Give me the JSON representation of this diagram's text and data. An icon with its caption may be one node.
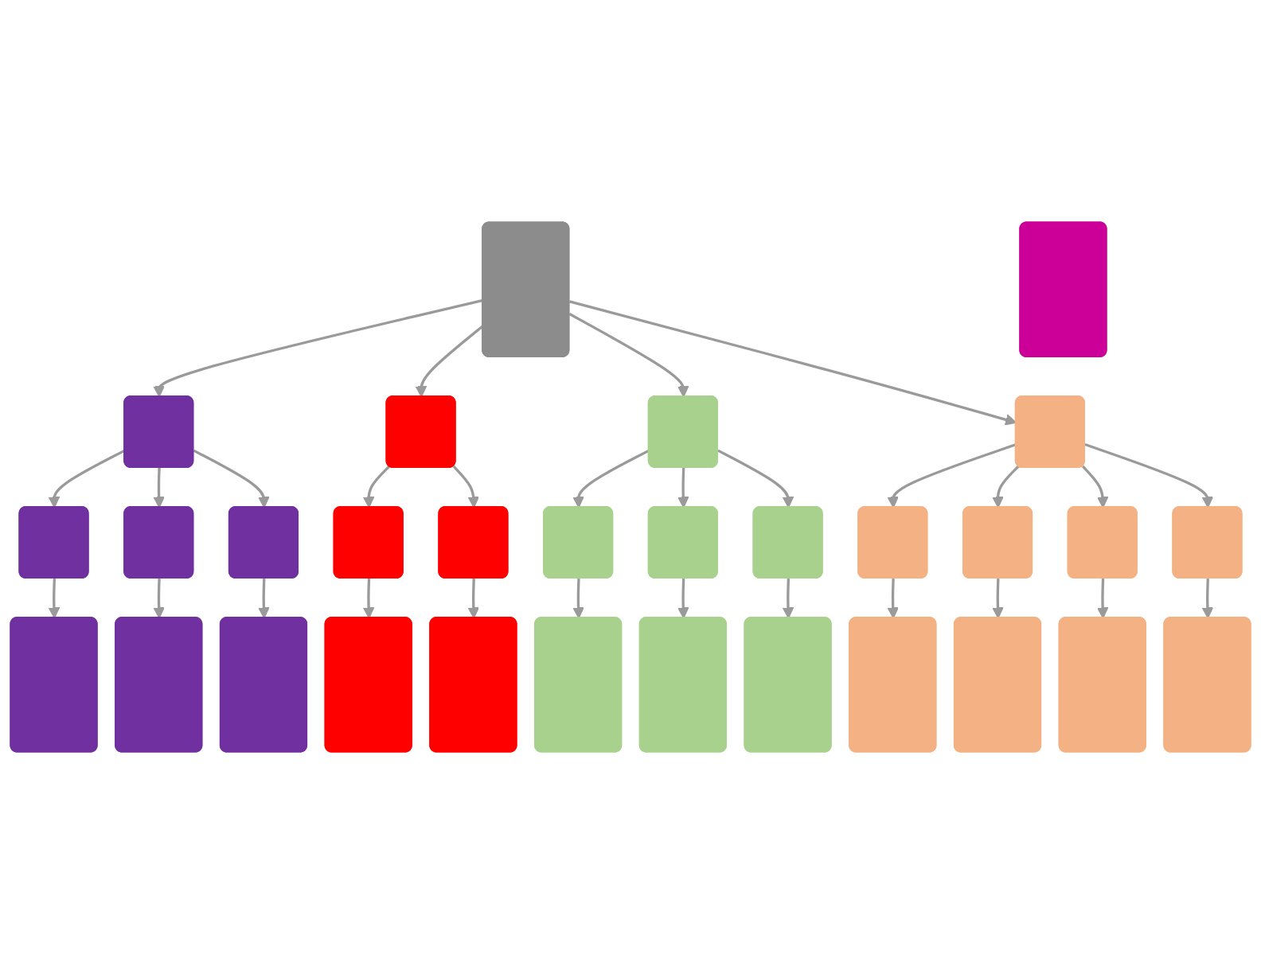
{
  "diagram": {
    "nodes": [
      {
        "text": [],
        "shape": "box"
      },
      {
        "text": [],
        "shape": "box"
      },
      {
        "text": [],
        "shape": "box"
      },
      {
        "text": [],
        "shape": "box"
      },
      {
        "text": [],
        "shape": "box"
      },
      {
        "text": [],
        "shape": "box"
      },
      {
        "text": [],
        "shape": "box"
      },
      {
        "text": [],
        "shape": "box"
      },
      {
        "text": [],
        "shape": "box"
      },
      {
        "text": [],
        "shape": "box"
      },
      {
        "text": [],
        "shape": "box"
      },
      {
        "text": [],
        "shape": "box"
      },
      {
        "text": [],
        "shape": "box"
      },
      {
        "text": [],
        "shape": "box"
      },
      {
        "text": [],
        "shape": "box"
      },
      {
        "text": [],
        "shape": "box"
      },
      {
        "text": [],
        "shape": "box"
      },
      {
        "text": [],
        "shape": "box"
      },
      {
        "text": [],
        "shape": "box"
      },
      {
        "text": [],
        "shape": "box"
      },
      {
        "text": [],
        "shape": "box"
      },
      {
        "text": [],
        "shape": "box"
      },
      {
        "text": [],
        "shape": "box"
      },
      {
        "text": [],
        "shape": "box"
      },
      {
        "text": [],
        "shape": "box"
      },
      {
        "text": [],
        "shape": "box"
      },
      {
        "text": [],
        "shape": "box"
      },
      {
        "text": [],
        "shape": "box"
      },
      {
        "text": [],
        "shape": "box"
      },
      {
        "text": [],
        "shape": "box"
      }
    ],
    "edges": [
      {
        "from": 0,
        "to": 2,
        "arrow": "to"
      },
      {
        "from": 0,
        "to": 9,
        "arrow": "to"
      },
      {
        "from": 0,
        "to": 14,
        "arrow": "to"
      },
      {
        "from": 0,
        "to": 21,
        "arrow": "to"
      },
      {
        "from": 2,
        "to": 3,
        "arrow": "to"
      },
      {
        "from": 2,
        "to": 5,
        "arrow": "to"
      },
      {
        "from": 2,
        "to": 4,
        "arrow": "to"
      },
      {
        "from": 3,
        "to": 6,
        "arrow": "to"
      },
      {
        "from": 4,
        "to": 7,
        "arrow": "to"
      },
      {
        "from": 5,
        "to": 8,
        "arrow": "to"
      },
      {
        "from": 9,
        "to": 10,
        "arrow": "to"
      },
      {
        "from": 9,
        "to": 11,
        "arrow": "to"
      },
      {
        "from": 10,
        "to": 12,
        "arrow": "to"
      },
      {
        "from": 11,
        "to": 13,
        "arrow": "to"
      },
      {
        "from": 14,
        "to": 15,
        "arrow": "to"
      },
      {
        "from": 14,
        "to": 16,
        "arrow": "to"
      },
      {
        "from": 14,
        "to": 17,
        "arrow": "to"
      },
      {
        "from": 15,
        "to": 19,
        "arrow": "to"
      },
      {
        "from": 16,
        "to": 20,
        "arrow": "to"
      },
      {
        "from": 17,
        "to": 18,
        "arrow": "to"
      },
      {
        "from": 21,
        "to": 22,
        "arrow": "to"
      },
      {
        "from": 21,
        "to": 23,
        "arrow": "to"
      },
      {
        "from": 21,
        "to": 24,
        "arrow": "to"
      },
      {
        "from": 21,
        "to": 25,
        "arrow": "to"
      },
      {
        "from": 22,
        "to": 26,
        "arrow": "to"
      },
      {
        "from": 23,
        "to": 27,
        "arrow": "to"
      },
      {
        "from": 24,
        "to": 29,
        "arrow": "to"
      },
      {
        "from": 25,
        "to": 28,
        "arrow": "to"
      }
    ]
  }
}
